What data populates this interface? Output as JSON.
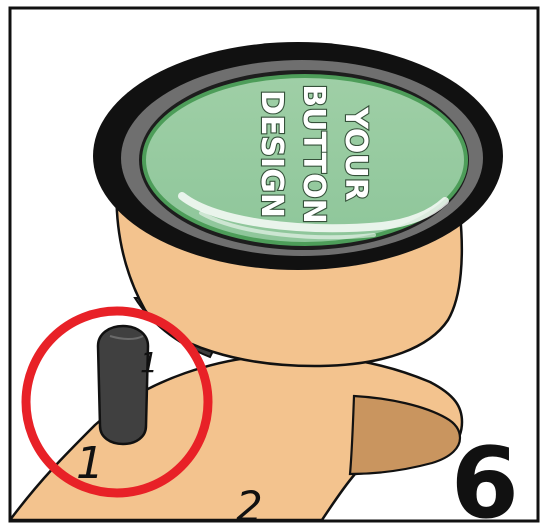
{
  "step": {
    "number": "6"
  },
  "button_face": {
    "lines": [
      "YOUR",
      "BUTTON",
      "DESIGN"
    ]
  },
  "markers": {
    "handle_mark": "1",
    "base_mark_1": "1",
    "base_mark_2": "2"
  },
  "colors": {
    "frame": "#111111",
    "skin": "#f3c38e",
    "skin_shadow": "#c9955f",
    "rim_dark": "#111111",
    "rim_grey": "#6f6f6f",
    "button_face": "#9fcfa6",
    "button_edge": "#4d9d59",
    "handle": "#404040",
    "highlight_circle": "#e82127"
  },
  "icons": {
    "highlight": "red-highlight-circle",
    "lever": "lever-handle"
  }
}
